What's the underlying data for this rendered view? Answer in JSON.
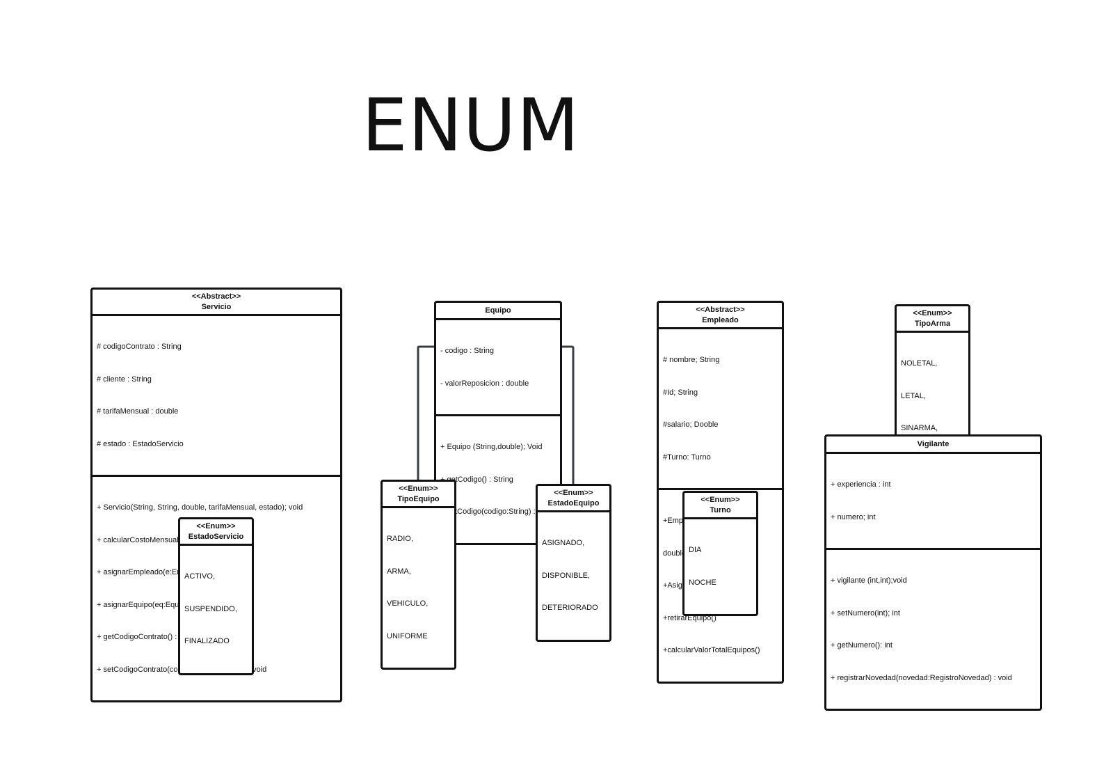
{
  "title": "ENUM",
  "classes": {
    "servicio": {
      "stereotype": "<<Abstract>>",
      "name": "Servicio",
      "attributes": [
        "# codigoContrato : String",
        "# cliente : String",
        "# tarifaMensual : double",
        "# estado : EstadoServicio"
      ],
      "methods": [
        "+ Servicio(String, String, double, tarifaMensual, estado); void",
        "+ calcularCostoMensual() : double",
        "+ asignarEmpleado(e:Empleado) : void",
        "+ asignarEquipo(eq:Equipo) : void",
        "+ getCodigoContrato() : String",
        "+ setCodigoContrato(codigoContrato:String) : void"
      ]
    },
    "estado_servicio": {
      "stereotype": "<<Enum>>",
      "name": "EstadoServicio",
      "values": [
        "ACTIVO,",
        "SUSPENDIDO,",
        "FINALIZADO"
      ]
    },
    "equipo": {
      "name": "Equipo",
      "attributes": [
        "- codigo : String",
        "- valorReposicion : double"
      ],
      "methods": [
        "+ Equipo (String,double); Void",
        "+ getCodigo() : String",
        "+ setCodigo(codigo:String) : void"
      ]
    },
    "tipo_equipo": {
      "stereotype": "<<Enum>>",
      "name": "TipoEquipo",
      "values": [
        "RADIO,",
        "ARMA,",
        "VEHICULO,",
        "UNIFORME"
      ]
    },
    "estado_equipo": {
      "stereotype": "<<Enum>>",
      "name": "EstadoEquipo",
      "values": [
        "ASIGNADO,",
        "DISPONIBLE,",
        "DETERIORADO"
      ]
    },
    "empleado": {
      "stereotype": "<<Abstract>>",
      "name": "Empleado",
      "attributes": [
        "# nombre; String",
        "#Id; String",
        "#salario; Dooble",
        "#Turno: Turno"
      ],
      "methods": [
        "+Empleado(String, String,",
        "double, turno); void",
        "+AsignarEquipo()",
        "+retirarEquipo()",
        "+calcularValorTotalEquipos()"
      ]
    },
    "turno": {
      "stereotype": "<<Enum>>",
      "name": "Turno",
      "values": [
        "DIA",
        "NOCHE"
      ]
    },
    "tipo_arma": {
      "stereotype": "<<Enum>>",
      "name": "TipoArma",
      "values": [
        "NOLETAL,",
        "LETAL,",
        "SINARMA,"
      ]
    },
    "vigilante": {
      "name": "Vigilante",
      "attributes": [
        "+ experiencia : int",
        "+ numero; int"
      ],
      "methods": [
        "+ vigilante (int,int);void",
        "+ setNumero(int); int",
        "+ getNumero(): int",
        "+ registrarNovedad(novedad:RegistroNovedad) : void"
      ]
    }
  }
}
